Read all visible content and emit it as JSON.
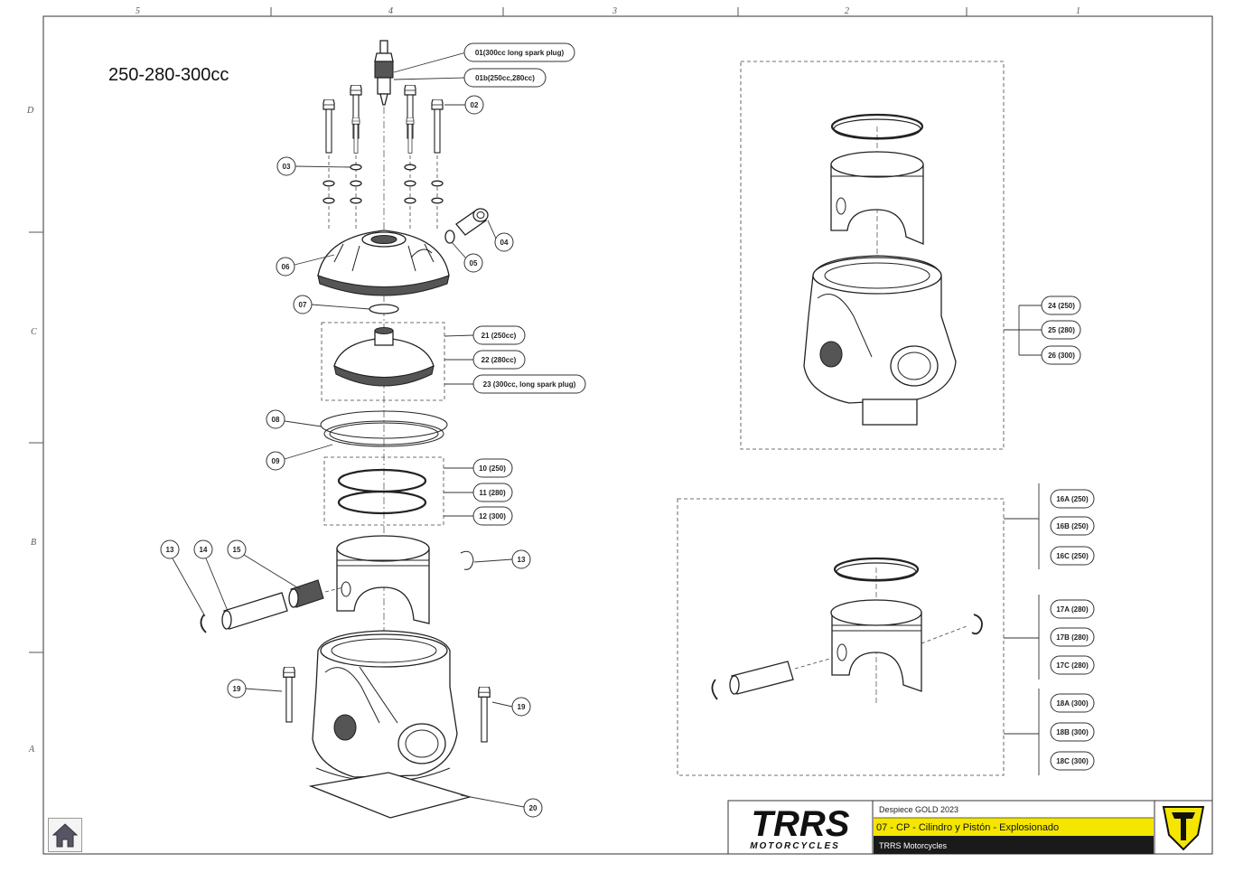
{
  "sheet": {
    "title": "250-280-300cc",
    "grid_cols": [
      "5",
      "4",
      "3",
      "2",
      "1"
    ],
    "grid_rows": [
      "D",
      "C",
      "B",
      "A"
    ]
  },
  "labels": {
    "l01": "01(300cc long spark plug)",
    "l01b": "01b(250cc,280cc)",
    "l02": "02",
    "l03": "03",
    "l04": "04",
    "l05": "05",
    "l06": "06",
    "l07": "07",
    "l08": "08",
    "l09": "09",
    "l10": "10 (250)",
    "l11": "11 (280)",
    "l12": "12 (300)",
    "l13a": "13",
    "l13b": "13",
    "l14": "14",
    "l15": "15",
    "l19a": "19",
    "l19b": "19",
    "l20": "20",
    "l21": "21 (250cc)",
    "l22": "22 (280cc)",
    "l23": "23 (300cc, long spark plug)",
    "l24": "24 (250)",
    "l25": "25  (280)",
    "l26": "26  (300)",
    "l16a": "16A (250)",
    "l16b": "16B (250)",
    "l16c": "16C (250)",
    "l17a": "17A (280)",
    "l17b": "17B (280)",
    "l17c": "17C (280)",
    "l18a": "18A (300)",
    "l18b": "18B (300)",
    "l18c": "18C (300)"
  },
  "titleblock": {
    "logo_main": "TRRS",
    "logo_sub": "MOTORCYCLES",
    "doc_name": "Despiece GOLD 2023",
    "doc_title": "07 - CP - Cilindro y Pistón - Explosionado",
    "company": "TRRS Motorcycles",
    "highlight_color": "#f5e600",
    "dark_color": "#1a1a1a"
  },
  "nav": {
    "home_icon": "home-icon"
  }
}
